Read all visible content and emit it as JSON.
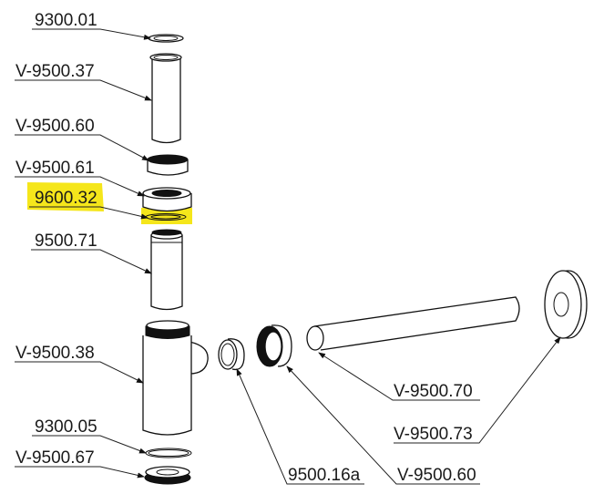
{
  "diagram": {
    "title": "Siphon exploded parts diagram",
    "highlight_color": "#f5e61b",
    "labels": [
      {
        "id": "p1",
        "text": "9300.01"
      },
      {
        "id": "p2",
        "text": "V-9500.37"
      },
      {
        "id": "p3",
        "text": "V-9500.60"
      },
      {
        "id": "p4",
        "text": "V-9500.61"
      },
      {
        "id": "p5",
        "text": "9600.32",
        "highlighted": true
      },
      {
        "id": "p6",
        "text": "9500.71"
      },
      {
        "id": "p7",
        "text": "V-9500.38"
      },
      {
        "id": "p8",
        "text": "9300.05"
      },
      {
        "id": "p9",
        "text": "V-9500.67"
      },
      {
        "id": "p10",
        "text": "9500.16a"
      },
      {
        "id": "p11",
        "text": "V-9500.60"
      },
      {
        "id": "p12",
        "text": "V-9500.70"
      },
      {
        "id": "p13",
        "text": "V-9500.73"
      }
    ]
  }
}
